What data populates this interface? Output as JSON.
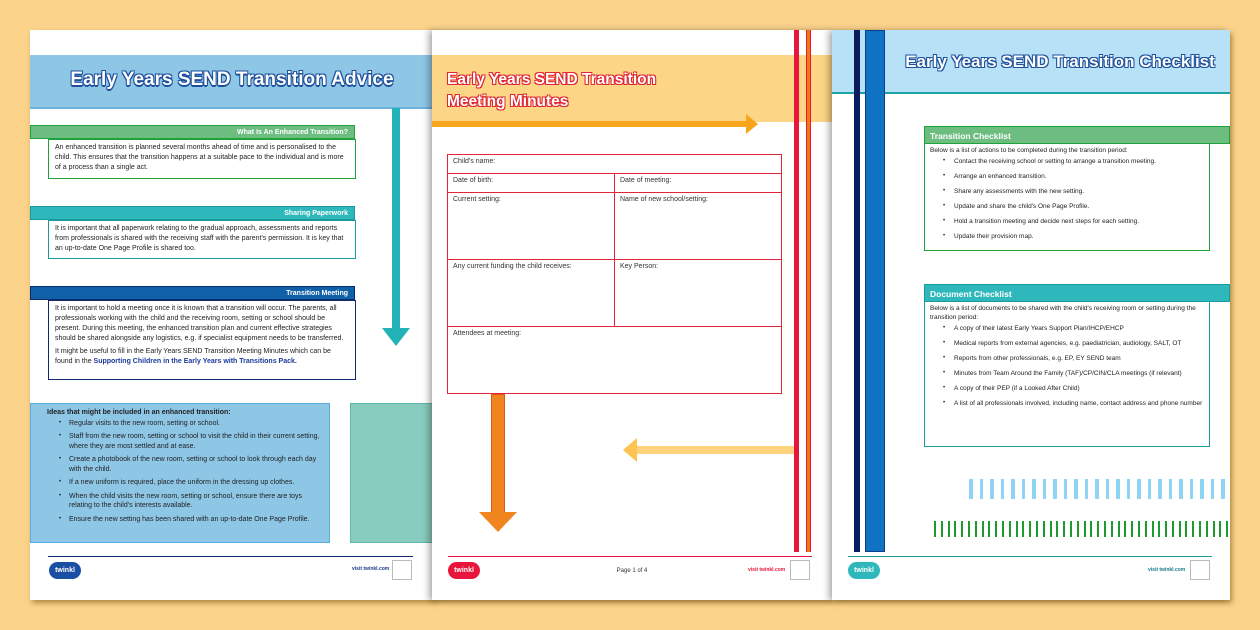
{
  "colors": {
    "background": "#fbd38b",
    "advice_banner": "#8ec6e6",
    "minutes_banner": "#fcd587",
    "checklist_banner": "#b6e1f6",
    "green": "#1fa23a",
    "teal": "#22b2b8",
    "navy": "#0d2a6b",
    "red": "#e8163b",
    "orange": "#f07a12"
  },
  "advice_page": {
    "title": "Early Years SEND Transition Advice",
    "sections": [
      {
        "heading": "What Is An Enhanced Transition?",
        "paragraphs": [
          "An enhanced transition is planned several months ahead of time and is personalised to the child. This ensures that the transition happens at a suitable pace to the individual and is more of a process than a single act."
        ]
      },
      {
        "heading": "Sharing Paperwork",
        "paragraphs": [
          "It is important that all paperwork relating to the gradual approach, assessments and reports from professionals is shared with the receiving staff with the parent's permission. It is key that an up-to-date One Page Profile is shared too."
        ]
      },
      {
        "heading": "Transition Meeting",
        "paragraphs": [
          "It is important to hold a meeting once it is known that a transition will occur. The parents, all professionals working with the child and the receiving room, setting or school should be present. During this meeting, the enhanced transition plan and current effective strategies should be shared alongside any logistics, e.g. if specialist equipment needs to be transferred."
        ],
        "note_prefix": "It might be useful to fill in the Early Years SEND Transition Meeting Minutes which can be found in the ",
        "note_link": "Supporting Children in the Early Years with Transitions Pack."
      }
    ],
    "ideas": {
      "heading": "Ideas that might be included in an enhanced transition:",
      "items": [
        "Regular visits to the new room, setting or school.",
        "Staff from the new room, setting or school to visit the child in their current setting, where they are most settled and at ease.",
        "Create a photobook of the new room, setting or school to look through each day with the child.",
        "If a new uniform is required, place the uniform in the dressing up clothes.",
        "When the child visits the new room, setting or school, ensure there are toys relating to the child's interests available.",
        "Ensure the new setting has been shared with an up-to-date One Page Profile."
      ]
    },
    "footer": {
      "logo": "twinkl",
      "visit": "visit twinkl.com"
    }
  },
  "minutes_page": {
    "title_line1": "Early Years SEND Transition",
    "title_line2": "Meeting Minutes",
    "form": {
      "childs_name": "Child's name:",
      "date_of_birth": "Date of birth:",
      "date_of_meeting": "Date of meeting:",
      "current_setting": "Current setting:",
      "new_setting": "Name of new school/setting:",
      "funding": "Any current funding the child receives:",
      "key_person": "Key Person:",
      "attendees": "Attendees at meeting:"
    },
    "footer": {
      "logo": "twinkl",
      "page": "Page 1 of 4",
      "visit": "visit twinkl.com"
    }
  },
  "checklist_page": {
    "title": "Early Years SEND Transition Checklist",
    "transition": {
      "heading": "Transition Checklist",
      "intro": "Below is a list of actions to be completed during the transition period:",
      "items": [
        "Contact the receiving school or setting to arrange a transition meeting.",
        "Arrange an enhanced transition.",
        "Share any assessments with the new setting.",
        "Update and share the child's One Page Profile.",
        "Hold a transition meeting and decide next steps for each setting.",
        "Update their provision map."
      ]
    },
    "documents": {
      "heading": "Document Checklist",
      "intro": "Below is a list of documents to be shared with the child's receiving room or setting during the transition period:",
      "items": [
        "A copy of their latest Early Years Support Plan/IHCP/EHCP",
        "Medical reports from external agencies, e.g. paediatrician, audiology, SALT, OT",
        "Reports from other professionals, e.g. EP, EY SEND team",
        "Minutes from Team Around the Family (TAF)/CP/CIN/CLA meetings (if relevant)",
        "A copy of their PEP (if a Looked After Child)",
        "A list of all professionals involved, including name, contact address and phone number"
      ]
    },
    "footer": {
      "logo": "twinkl",
      "visit": "visit twinkl.com"
    }
  }
}
